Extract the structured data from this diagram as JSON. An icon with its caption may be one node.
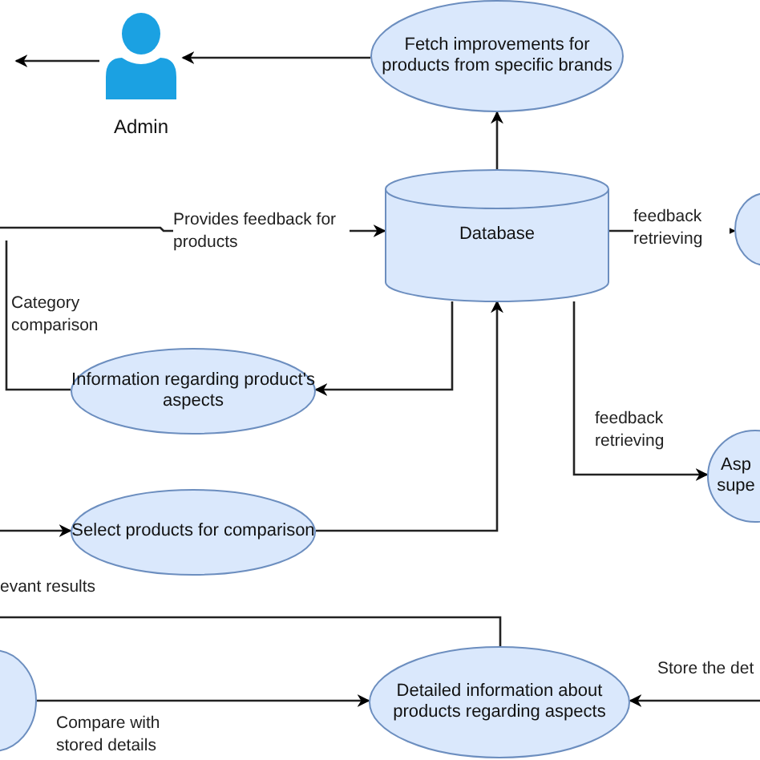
{
  "diagram": {
    "nodes": [
      {
        "text": [
          "Admin"
        ]
      },
      {
        "text": [
          "Fetch improvements for products from specific brands"
        ]
      },
      {
        "text": [
          "Database"
        ]
      },
      {
        "text": [],
        "shape": "ellipse"
      },
      {
        "text": [
          "Information regarding product's aspects"
        ]
      },
      {
        "text": [
          "Asp supe"
        ]
      },
      {
        "text": [
          "Select products for comparison"
        ]
      },
      {
        "text": [],
        "shape": "ellipse"
      },
      {
        "text": [
          "Detailed information about products regarding aspects"
        ]
      }
    ],
    "edges": [
      {
        "from": 1,
        "to": 0,
        "arrow": "to"
      },
      {
        "from": 0,
        "to": null,
        "arrow": "to"
      },
      {
        "from": null,
        "to": 2,
        "arrow": "to",
        "label": "Provides feedback for products"
      },
      {
        "from": 2,
        "to": 1,
        "arrow": "to"
      },
      {
        "from": 2,
        "to": 3,
        "arrow": "to",
        "label": "feedback retrieving"
      },
      {
        "from": 2,
        "to": 4,
        "arrow": "to"
      },
      {
        "from": 4,
        "to": null,
        "arrow": "none",
        "label": "Category comparison"
      },
      {
        "from": 2,
        "to": 5,
        "arrow": "to",
        "label": "feedback retrieving"
      },
      {
        "from": 6,
        "to": 2,
        "arrow": "to"
      },
      {
        "from": null,
        "to": 6,
        "arrow": "to"
      },
      {
        "from": 8,
        "to": null,
        "arrow": "none"
      },
      {
        "from": 7,
        "to": 8,
        "arrow": "to",
        "label": "Compare with stored details"
      },
      {
        "from": null,
        "to": 8,
        "arrow": "to",
        "label": "Store the det"
      }
    ],
    "labels": [
      "evant results"
    ]
  }
}
